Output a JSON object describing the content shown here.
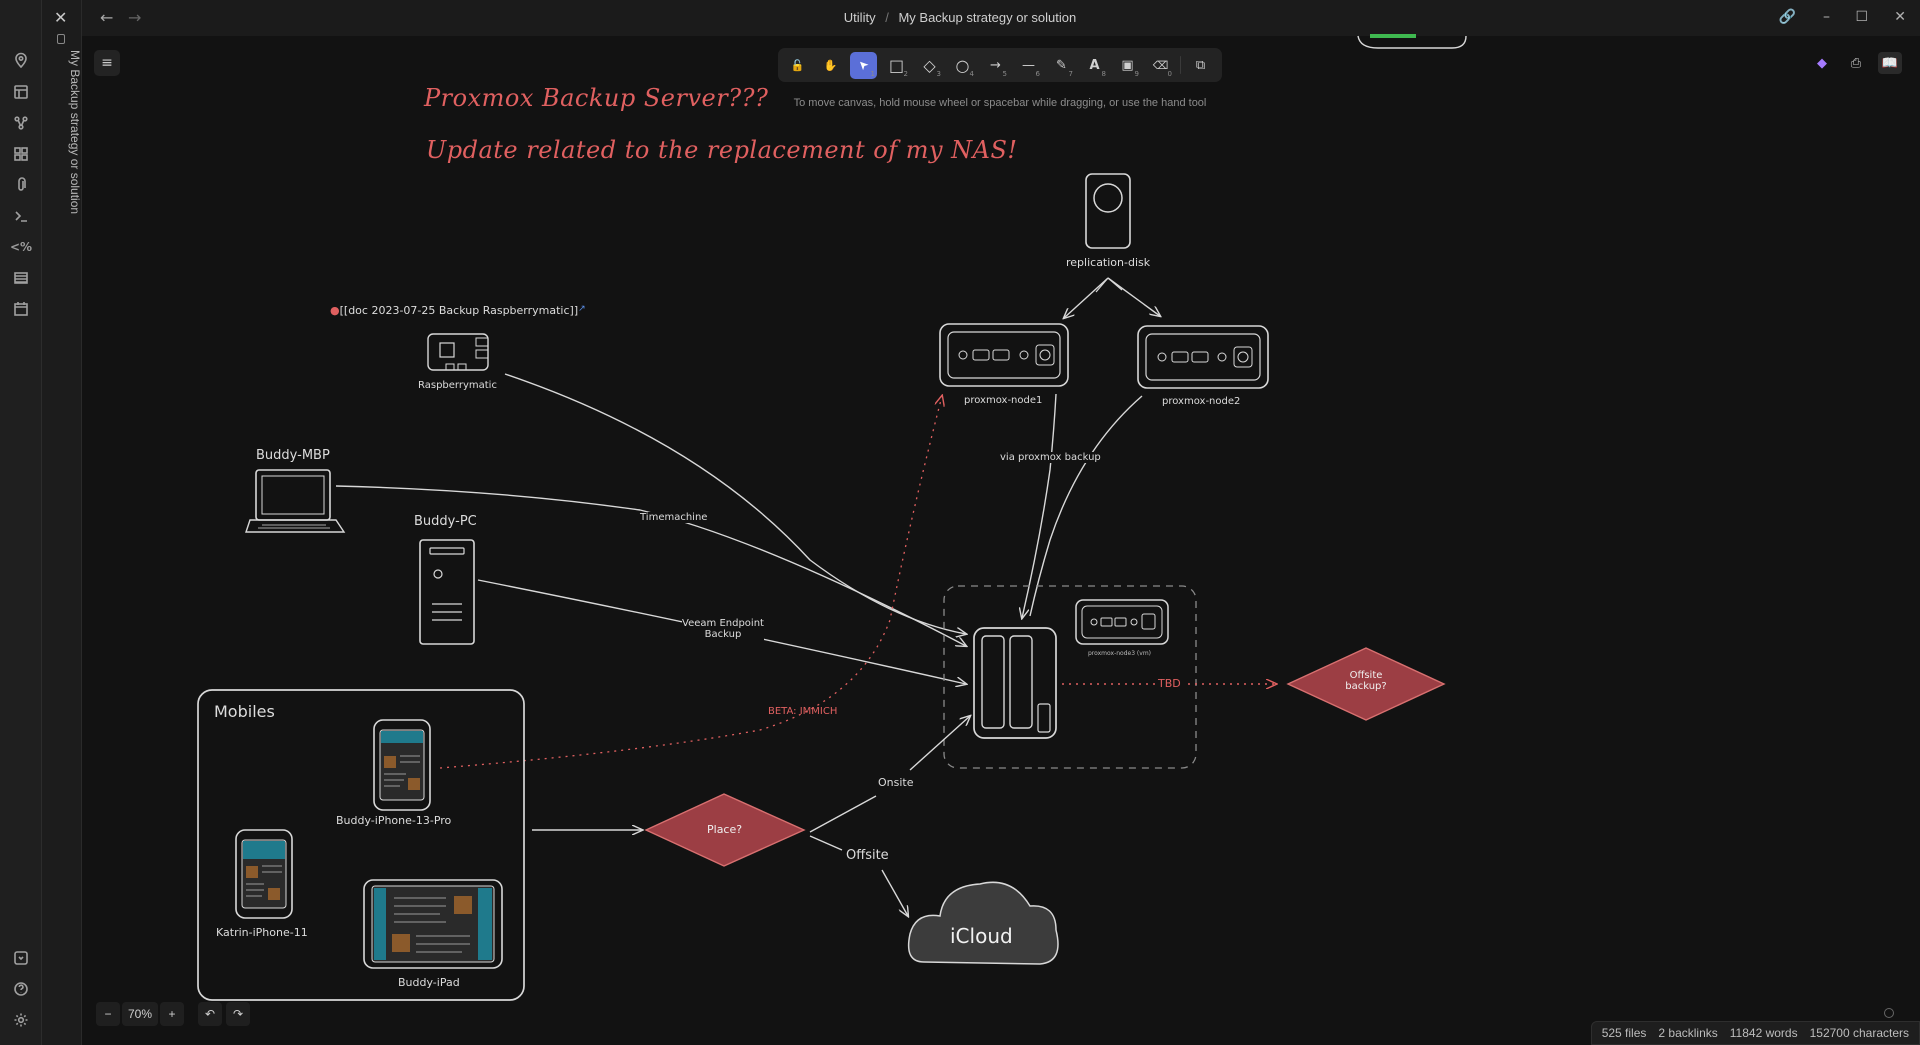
{
  "window": {
    "breadcrumb_parent": "Utility",
    "breadcrumb_sep": "/",
    "note_title": "My Backup strategy or solution"
  },
  "sidebar": {
    "vertical_title": "My Backup strategy or solution"
  },
  "ribbon": {
    "icons": [
      "map-pin-icon",
      "layout-icon",
      "graph-icon",
      "grid-icon",
      "clip-icon",
      "terminal-icon",
      "template-icon",
      "table-icon",
      "calendar-icon",
      "vault-icon",
      "help-icon",
      "settings-icon"
    ],
    "template_glyph": "<%"
  },
  "toolbar": {
    "tools": [
      {
        "name": "lock",
        "glyph": "🔓",
        "key": ""
      },
      {
        "name": "hand",
        "glyph": "✋",
        "key": ""
      },
      {
        "name": "select",
        "glyph": "➤",
        "key": "1"
      },
      {
        "name": "rectangle",
        "glyph": "□",
        "key": "2"
      },
      {
        "name": "diamond",
        "glyph": "◇",
        "key": "3"
      },
      {
        "name": "ellipse",
        "glyph": "○",
        "key": "4"
      },
      {
        "name": "arrow",
        "glyph": "→",
        "key": "5"
      },
      {
        "name": "line",
        "glyph": "—",
        "key": "6"
      },
      {
        "name": "draw",
        "glyph": "✎",
        "key": "7"
      },
      {
        "name": "text",
        "glyph": "A",
        "key": "8"
      },
      {
        "name": "image",
        "glyph": "▣",
        "key": "9"
      },
      {
        "name": "eraser",
        "glyph": "⌫",
        "key": "0"
      },
      {
        "name": "library",
        "glyph": "⧉",
        "key": ""
      }
    ],
    "hint": "To move canvas, hold mouse wheel or spacebar while dragging, or use the hand tool"
  },
  "drawing": {
    "title1": "Proxmox Backup Server???",
    "title2": "Update related to the replacement of my NAS!",
    "doc_link": "[[doc 2023-07-25 Backup Raspberrymatic]]",
    "nodes": {
      "raspberrymatic": "Raspberrymatic",
      "buddy_mbp": "Buddy-MBP",
      "buddy_pc": "Buddy-PC",
      "replication_disk": "replication-disk",
      "proxmox_node1": "proxmox-node1",
      "proxmox_node2": "proxmox-node2",
      "proxmox_node3": "proxmox-node3 (vm)",
      "mobiles": "Mobiles",
      "buddy_iphone": "Buddy-iPhone-13-Pro",
      "katrin_iphone": "Katrin-iPhone-11",
      "buddy_ipad": "Buddy-iPad",
      "place": "Place?",
      "offsite_backup": "Offsite backup?",
      "icloud": "iCloud"
    },
    "edges": {
      "timemachine": "Timemachine",
      "veeam": "Veeam Endpoint Backup",
      "via_proxmox": "via proxmox backup",
      "tbd": "TBD",
      "beta_immich": "BETA: IMMICH",
      "onsite": "Onsite",
      "offsite": "Offsite"
    }
  },
  "zoom": {
    "minus": "−",
    "value": "70%",
    "plus": "+"
  },
  "status": {
    "files": "525 files",
    "backlinks": "2 backlinks",
    "words": "11842 words",
    "characters": "152700 characters"
  },
  "colors": {
    "accent": "#5b6fd8",
    "red": "#e06060",
    "diamond_fill": "#9c3e44",
    "stroke": "#d8d8d8"
  }
}
